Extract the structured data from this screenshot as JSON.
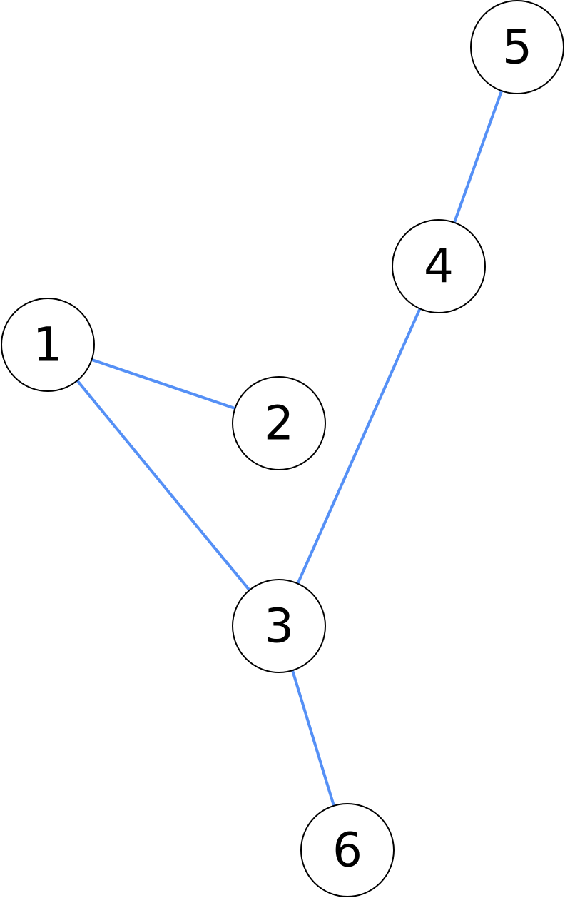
{
  "graph": {
    "edge_color": "#5590f6",
    "node_fill": "#ffffff",
    "node_stroke": "#000000",
    "nodes": [
      {
        "id": "1",
        "label": "1"
      },
      {
        "id": "2",
        "label": "2"
      },
      {
        "id": "3",
        "label": "3"
      },
      {
        "id": "4",
        "label": "4"
      },
      {
        "id": "5",
        "label": "5"
      },
      {
        "id": "6",
        "label": "6"
      }
    ],
    "edges": [
      {
        "source": "1",
        "target": "2"
      },
      {
        "source": "1",
        "target": "3"
      },
      {
        "source": "3",
        "target": "4"
      },
      {
        "source": "4",
        "target": "5"
      },
      {
        "source": "3",
        "target": "6"
      }
    ]
  }
}
